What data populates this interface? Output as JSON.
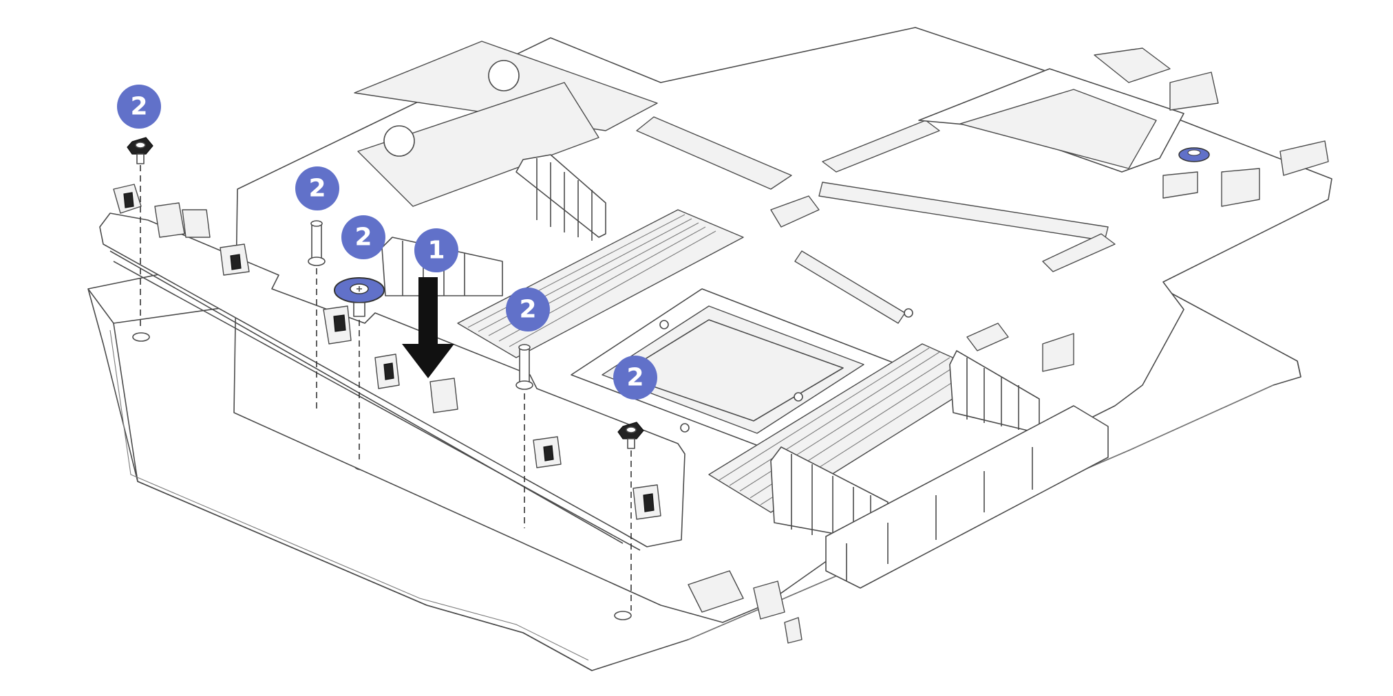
{
  "callouts": [
    {
      "label": "2"
    },
    {
      "label": "2"
    },
    {
      "label": "2"
    },
    {
      "label": "1"
    },
    {
      "label": "2"
    },
    {
      "label": "2"
    }
  ],
  "colors": {
    "callout": "#6171c9",
    "line": "#4a4a4a",
    "arrow": "#111111"
  }
}
